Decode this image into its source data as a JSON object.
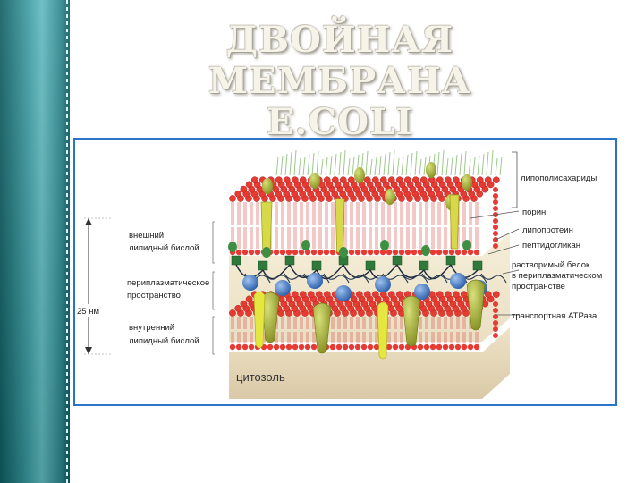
{
  "slide": {
    "title_line1": "ДВОЙНАЯ МЕМБРАНА",
    "title_line2": "E.COLI"
  },
  "diagram": {
    "left_labels": {
      "outer_bilayer": [
        "внешний",
        "липидный бислой"
      ],
      "periplasmic": [
        "периплазматическое",
        "пространство"
      ],
      "inner_bilayer": [
        "внутренний",
        "липидный бислой"
      ],
      "thickness": "25 нм"
    },
    "right_labels": {
      "lps": "липополисахариды",
      "porin": "порин",
      "lipoprotein": "липопротеин",
      "peptidoglycan": "пептидогликан",
      "soluble_protein": [
        "растворимый белок",
        "в периплазматическом",
        "пространстве"
      ],
      "atpase": "транспортная АТРаза"
    },
    "cytosol": "цитозоль"
  }
}
